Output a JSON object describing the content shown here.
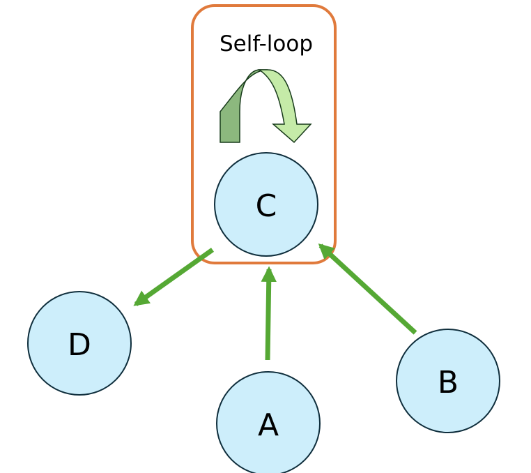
{
  "diagram": {
    "self_loop_label": "Self-loop",
    "nodes": [
      {
        "id": "C",
        "label": "C"
      },
      {
        "id": "D",
        "label": "D"
      },
      {
        "id": "A",
        "label": "A"
      },
      {
        "id": "B",
        "label": "B"
      }
    ],
    "edges": [
      {
        "from": "C",
        "to": "D"
      },
      {
        "from": "A",
        "to": "C"
      },
      {
        "from": "B",
        "to": "C"
      },
      {
        "from": "C",
        "to": "C",
        "kind": "self-loop"
      }
    ],
    "colors": {
      "node_fill": "#CDEEFB",
      "node_stroke": "#0F2E3C",
      "edge": "#55A834",
      "highlight_box": "#E07A3C",
      "loop_arrow_dark": "#8CB87E",
      "loop_arrow_light": "#C5EBA8"
    }
  }
}
